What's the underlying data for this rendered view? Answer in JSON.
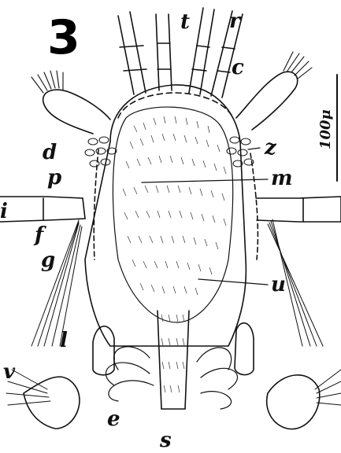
{
  "figure": {
    "number": "3",
    "scale_bar_label": "100μ",
    "ink_color": "#111111",
    "paper_color": "#ffffff"
  },
  "labels": {
    "t": "t",
    "r": "r",
    "c": "c",
    "d": "d",
    "z": "z",
    "p": "p",
    "m": "m",
    "i": "i",
    "f": "f",
    "g": "g",
    "u": "u",
    "l": "l",
    "v": "v",
    "e": "e",
    "s": "s"
  }
}
